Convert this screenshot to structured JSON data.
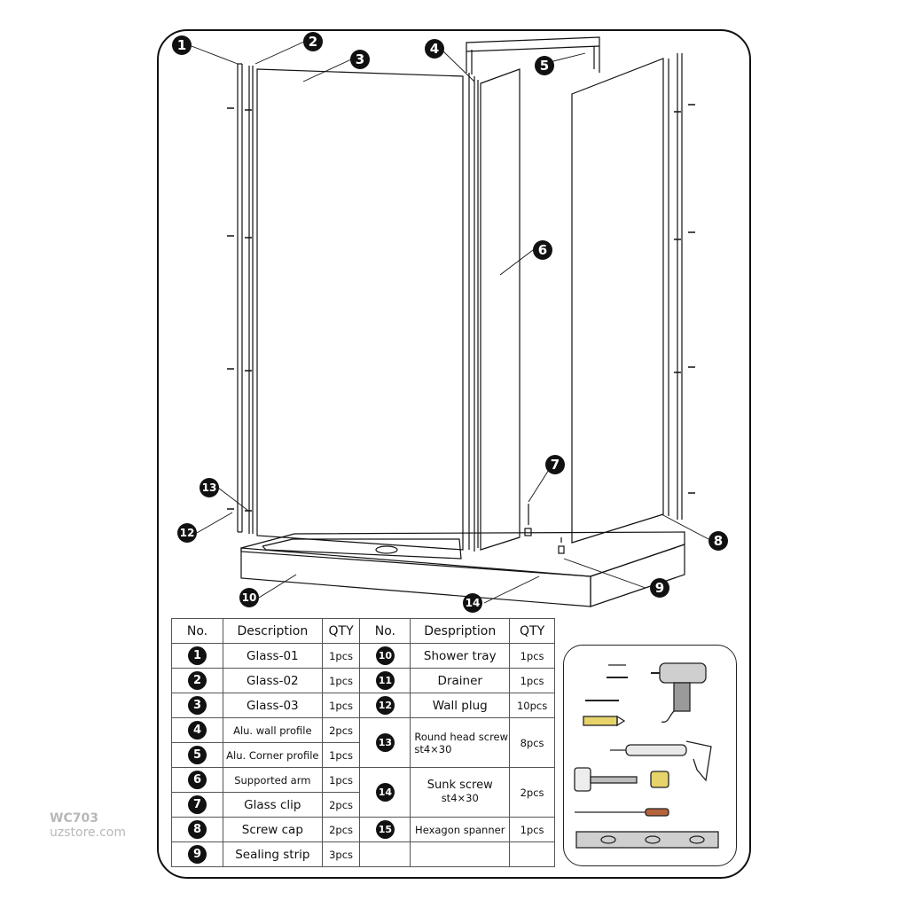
{
  "callouts": [
    "1",
    "2",
    "3",
    "4",
    "5",
    "6",
    "7",
    "8",
    "9",
    "10",
    "12",
    "13",
    "14"
  ],
  "table": {
    "headers": {
      "no": "No.",
      "description": "Description",
      "qty": "QTY",
      "no2": "No.",
      "description2": "Despription",
      "qty2": "QTY"
    },
    "left": [
      {
        "no": "1",
        "description": "Glass-01",
        "qty": "1pcs"
      },
      {
        "no": "2",
        "description": "Glass-02",
        "qty": "1pcs"
      },
      {
        "no": "3",
        "description": "Glass-03",
        "qty": "1pcs"
      },
      {
        "no": "4",
        "description": "Alu. wall profile",
        "qty": "2pcs"
      },
      {
        "no": "5",
        "description": "Alu. Corner profile",
        "qty": "1pcs"
      },
      {
        "no": "6",
        "description": "Supported arm",
        "qty": "1pcs"
      },
      {
        "no": "7",
        "description": "Glass clip",
        "qty": "2pcs"
      },
      {
        "no": "8",
        "description": "Screw cap",
        "qty": "2pcs"
      },
      {
        "no": "9",
        "description": "Sealing strip",
        "qty": "3pcs"
      }
    ],
    "right": [
      {
        "no": "10",
        "description": "Shower tray",
        "qty": "1pcs"
      },
      {
        "no": "11",
        "description": "Drainer",
        "qty": "1pcs"
      },
      {
        "no": "12",
        "description": "Wall plug",
        "qty": "10pcs"
      },
      {
        "no": "13",
        "description": "Round head screw",
        "spec": "st4×30",
        "qty": "8pcs"
      },
      {
        "no": "14",
        "description": "Sunk screw",
        "spec": "st4×30",
        "qty": "2pcs"
      },
      {
        "no": "15",
        "description": "Hexagon spanner",
        "qty": "1pcs"
      }
    ]
  },
  "tools": [
    "drill-bits-icon",
    "electric-drill-icon",
    "pencil-icon",
    "utility-knife-icon",
    "caulking-gun-icon",
    "rubber-mallet-icon",
    "tape-measure-icon",
    "screwdriver-icon",
    "spirit-level-icon"
  ],
  "footer": {
    "model": "WC703",
    "site": "uzstore.com"
  }
}
